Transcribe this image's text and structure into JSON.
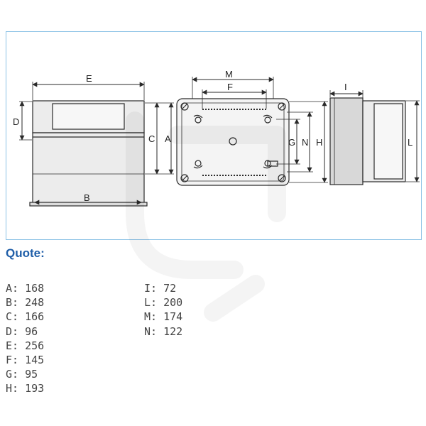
{
  "drawing": {
    "dimension_letters": {
      "E": "E",
      "D": "D",
      "C": "C",
      "A": "A",
      "B": "B",
      "M": "M",
      "F": "F",
      "G": "G",
      "N": "N",
      "H": "H",
      "I": "I",
      "L": "L"
    }
  },
  "quote": {
    "title": "Quote:",
    "left_column": [
      {
        "text": "A: 168"
      },
      {
        "text": "B: 248"
      },
      {
        "text": "C: 166"
      },
      {
        "text": "D: 96"
      },
      {
        "text": "E: 256"
      },
      {
        "text": "F: 145"
      },
      {
        "text": "G: 95"
      },
      {
        "text": "H: 193"
      }
    ],
    "right_column": [
      {
        "text": "I: 72"
      },
      {
        "text": "L: 200"
      },
      {
        "text": "M: 174"
      },
      {
        "text": "N: 122"
      }
    ]
  },
  "colors": {
    "panel_border": "#8cc2e6",
    "quote_title": "#1f5ea8",
    "line": "#2a2a2a",
    "body_fill": "#ececec",
    "window_fill": "#f4f4f4"
  }
}
